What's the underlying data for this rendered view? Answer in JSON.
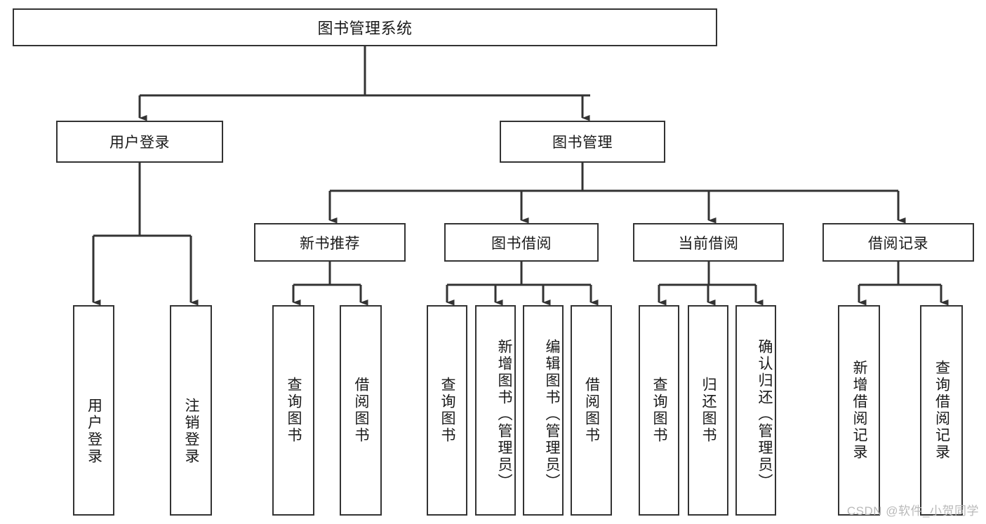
{
  "diagram": {
    "type": "tree-hierarchy",
    "title": "图书管理系统",
    "nodes": {
      "root": {
        "label": "图书管理系统"
      },
      "level2": [
        {
          "id": "user-login",
          "label": "用户登录"
        },
        {
          "id": "book-management",
          "label": "图书管理"
        }
      ],
      "level3": [
        {
          "id": "new-book-recommend",
          "label": "新书推荐",
          "parent": "book-management"
        },
        {
          "id": "book-borrow",
          "label": "图书借阅",
          "parent": "book-management"
        },
        {
          "id": "current-borrow",
          "label": "当前借阅",
          "parent": "book-management"
        },
        {
          "id": "borrow-record",
          "label": "借阅记录",
          "parent": "book-management"
        }
      ],
      "leaves": [
        {
          "id": "leaf-user-login",
          "label": "用户登录",
          "parent": "user-login"
        },
        {
          "id": "leaf-logout",
          "label": "注销登录",
          "parent": "user-login"
        },
        {
          "id": "leaf-query-book-1",
          "label": "查询图书",
          "parent": "new-book-recommend"
        },
        {
          "id": "leaf-borrow-book-1",
          "label": "借阅图书",
          "parent": "new-book-recommend"
        },
        {
          "id": "leaf-query-book-2",
          "label": "查询图书",
          "parent": "book-borrow"
        },
        {
          "id": "leaf-add-book",
          "label": "新增图书（管理员）",
          "parent": "book-borrow"
        },
        {
          "id": "leaf-edit-book",
          "label": "编辑图书（管理员）",
          "parent": "book-borrow"
        },
        {
          "id": "leaf-borrow-book-2",
          "label": "借阅图书",
          "parent": "book-borrow"
        },
        {
          "id": "leaf-query-book-3",
          "label": "查询图书",
          "parent": "current-borrow"
        },
        {
          "id": "leaf-return-book",
          "label": "归还图书",
          "parent": "current-borrow"
        },
        {
          "id": "leaf-confirm-return",
          "label": "确认归还（管理员）",
          "parent": "current-borrow"
        },
        {
          "id": "leaf-add-record",
          "label": "新增借阅记录",
          "parent": "borrow-record"
        },
        {
          "id": "leaf-query-record",
          "label": "查询借阅记录",
          "parent": "borrow-record"
        }
      ]
    },
    "colors": {
      "border": "#333333",
      "background": "#ffffff",
      "text": "#1a1a1a",
      "connector": "#333333",
      "watermark": "#b9b9b9"
    }
  },
  "watermark": {
    "text": "CSDN @软件_小贺同学"
  }
}
